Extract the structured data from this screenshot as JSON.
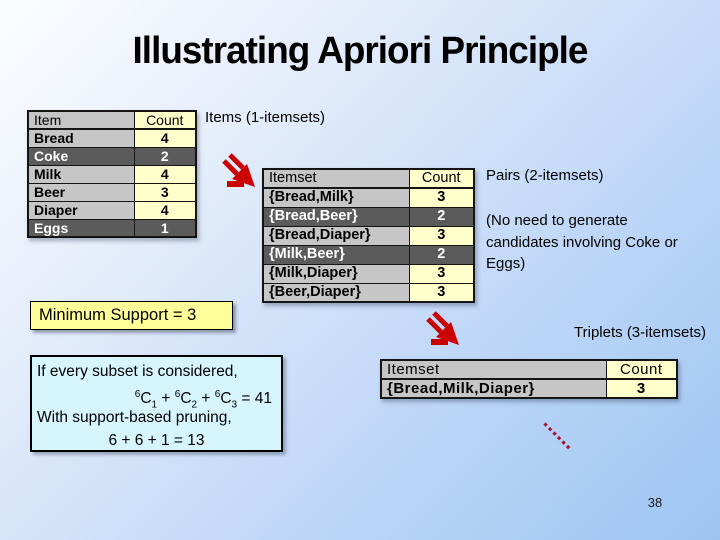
{
  "slide": {
    "title": "Illustrating Apriori Principle",
    "page_number": "38"
  },
  "labels": {
    "items": "Items (1-itemsets)",
    "pairs": "Pairs (2-itemsets)",
    "note": "(No need to generate candidates involving Coke or Eggs)",
    "triplets": "Triplets (3-itemsets)"
  },
  "min_support_box": {
    "text": "Minimum Support = 3"
  },
  "calc_box": {
    "line1": "If every subset is considered,",
    "formula1": [
      {
        "t": "6",
        "p": "sup"
      },
      {
        "t": "C",
        "p": "n"
      },
      {
        "t": "1",
        "p": "sub"
      },
      {
        "t": " + ",
        "p": "n"
      },
      {
        "t": "6",
        "p": "sup"
      },
      {
        "t": "C",
        "p": "n"
      },
      {
        "t": "2",
        "p": "sub"
      },
      {
        "t": " + ",
        "p": "n"
      },
      {
        "t": "6",
        "p": "sup"
      },
      {
        "t": "C",
        "p": "n"
      },
      {
        "t": "3",
        "p": "sub"
      },
      {
        "t": " = 41",
        "p": "n"
      }
    ],
    "line3": "With support-based pruning,",
    "line4": "6 + 6 + 1 = 13"
  },
  "tables": {
    "items": {
      "headers": [
        "Item",
        "Count"
      ],
      "rows": [
        {
          "cells": [
            "Bread",
            "4"
          ],
          "dark": false
        },
        {
          "cells": [
            "Coke",
            "2"
          ],
          "dark": true
        },
        {
          "cells": [
            "Milk",
            "4"
          ],
          "dark": false
        },
        {
          "cells": [
            "Beer",
            "3"
          ],
          "dark": false
        },
        {
          "cells": [
            "Diaper",
            "4"
          ],
          "dark": false
        },
        {
          "cells": [
            "Eggs",
            "1"
          ],
          "dark": true
        }
      ]
    },
    "pairs": {
      "headers": [
        "Itemset",
        "Count"
      ],
      "rows": [
        {
          "cells": [
            "{Bread,Milk}",
            "3"
          ],
          "dark": false
        },
        {
          "cells": [
            "{Bread,Beer}",
            "2"
          ],
          "dark": true
        },
        {
          "cells": [
            "{Bread,Diaper}",
            "3"
          ],
          "dark": false
        },
        {
          "cells": [
            "{Milk,Beer}",
            "2"
          ],
          "dark": true
        },
        {
          "cells": [
            "{Milk,Diaper}",
            "3"
          ],
          "dark": false
        },
        {
          "cells": [
            "{Beer,Diaper}",
            "3"
          ],
          "dark": false
        }
      ]
    },
    "triplets": {
      "headers": [
        "Itemset",
        "Count"
      ],
      "rows": [
        {
          "cells": [
            "{Bread,Milk,Diaper}",
            "3"
          ],
          "dark": false
        }
      ]
    }
  },
  "icons": {
    "flow_arrow": "down-right-arrow",
    "dotted_trail": "dotted-diagonal-line"
  },
  "colors": {
    "arrow_red": "#cc0000",
    "dot_red": "#a81434",
    "cell_gray": "#c6c6c6",
    "cell_yellow": "#ffffcc",
    "dark_row": "#5b5b5b",
    "support_box_yellow": "#ffff99",
    "calc_box_blue": "#d6f5fd",
    "background_blue": "#9dc5f2",
    "title_black": "#000000"
  }
}
